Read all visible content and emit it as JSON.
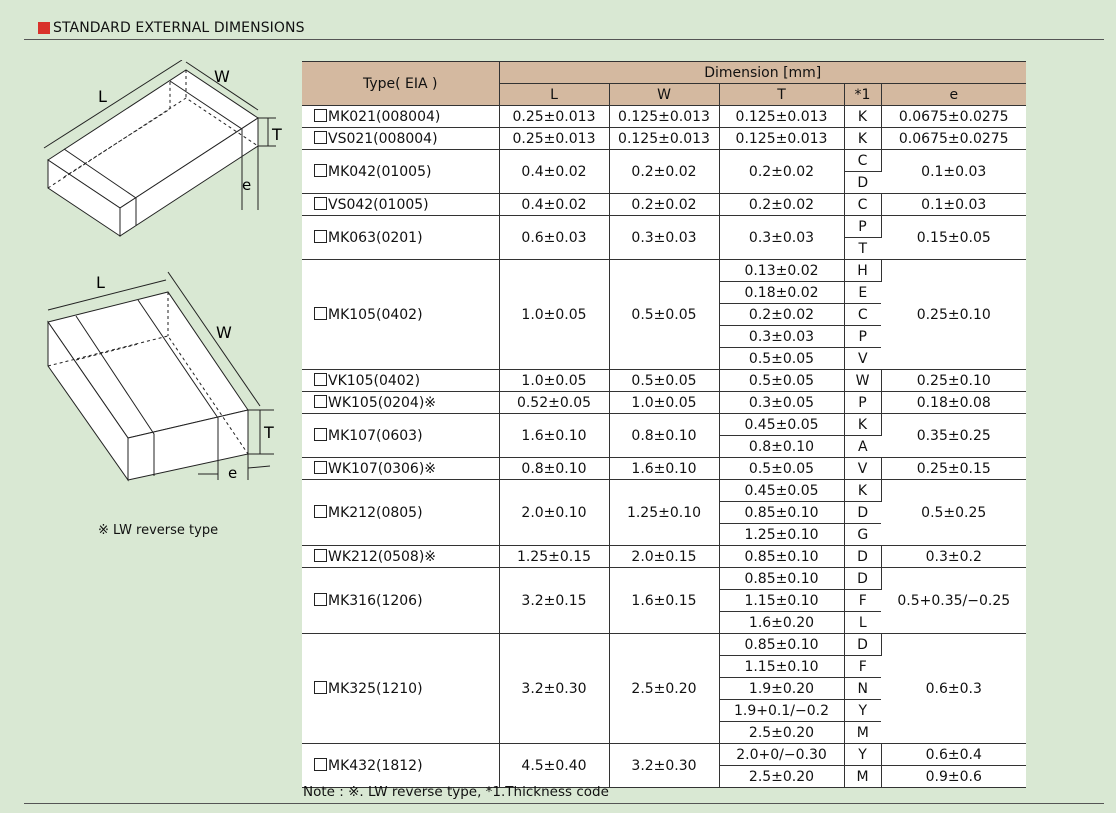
{
  "section_title": "STANDARD EXTERNAL DIMENSIONS",
  "diagram": {
    "labels": {
      "L": "L",
      "W": "W",
      "T": "T",
      "e": "e"
    },
    "note": "※ LW reverse type"
  },
  "table": {
    "header": {
      "type": "Type( EIA )",
      "dimension": "Dimension [mm]",
      "L": "L",
      "W": "W",
      "T": "T",
      "code": "*1",
      "e": "e"
    },
    "groups": [
      {
        "type": "MK021(008004)",
        "L": "0.25±0.013",
        "W": "0.125±0.013",
        "e": "0.0675±0.0275",
        "rows": [
          {
            "T": "0.125±0.013",
            "code": "K"
          }
        ]
      },
      {
        "type": "VS021(008004)",
        "L": "0.25±0.013",
        "W": "0.125±0.013",
        "e": "0.0675±0.0275",
        "rows": [
          {
            "T": "0.125±0.013",
            "code": "K"
          }
        ]
      },
      {
        "type": "MK042(01005)",
        "L": "0.4±0.02",
        "W": "0.2±0.02",
        "e": "0.1±0.03",
        "rows": [
          {
            "T": "0.2±0.02",
            "code": "C"
          },
          {
            "T": "",
            "code": "D"
          }
        ]
      },
      {
        "type": "VS042(01005)",
        "L": "0.4±0.02",
        "W": "0.2±0.02",
        "e": "0.1±0.03",
        "rows": [
          {
            "T": "0.2±0.02",
            "code": "C"
          }
        ]
      },
      {
        "type": "MK063(0201)",
        "L": "0.6±0.03",
        "W": "0.3±0.03",
        "e": "0.15±0.05",
        "rows": [
          {
            "T": "0.3±0.03",
            "code": "P"
          },
          {
            "T": "",
            "code": "T"
          }
        ]
      },
      {
        "type": "MK105(0402)",
        "L": "1.0±0.05",
        "W": "0.5±0.05",
        "e": "0.25±0.10",
        "rows": [
          {
            "T": "0.13±0.02",
            "code": "H"
          },
          {
            "T": "0.18±0.02",
            "code": "E"
          },
          {
            "T": "0.2±0.02",
            "code": "C"
          },
          {
            "T": "0.3±0.03",
            "code": "P"
          },
          {
            "T": "0.5±0.05",
            "code": "V"
          }
        ]
      },
      {
        "type": "VK105(0402)",
        "L": "1.0±0.05",
        "W": "0.5±0.05",
        "e": "0.25±0.10",
        "rows": [
          {
            "T": "0.5±0.05",
            "code": "W"
          }
        ]
      },
      {
        "type": "WK105(0204)※",
        "L": "0.52±0.05",
        "W": "1.0±0.05",
        "e": "0.18±0.08",
        "rows": [
          {
            "T": "0.3±0.05",
            "code": "P"
          }
        ]
      },
      {
        "type": "MK107(0603)",
        "L": "1.6±0.10",
        "W": "0.8±0.10",
        "e": "0.35±0.25",
        "rows": [
          {
            "T": "0.45±0.05",
            "code": "K"
          },
          {
            "T": "0.8±0.10",
            "code": "A"
          }
        ]
      },
      {
        "type": "WK107(0306)※",
        "L": "0.8±0.10",
        "W": "1.6±0.10",
        "e": "0.25±0.15",
        "rows": [
          {
            "T": "0.5±0.05",
            "code": "V"
          }
        ]
      },
      {
        "type": "MK212(0805)",
        "L": "2.0±0.10",
        "W": "1.25±0.10",
        "e": "0.5±0.25",
        "rows": [
          {
            "T": "0.45±0.05",
            "code": "K"
          },
          {
            "T": "0.85±0.10",
            "code": "D"
          },
          {
            "T": "1.25±0.10",
            "code": "G"
          }
        ]
      },
      {
        "type": "WK212(0508)※",
        "L": "1.25±0.15",
        "W": "2.0±0.15",
        "e": "0.3±0.2",
        "rows": [
          {
            "T": "0.85±0.10",
            "code": "D"
          }
        ]
      },
      {
        "type": "MK316(1206)",
        "L": "3.2±0.15",
        "W": "1.6±0.15",
        "e": "0.5+0.35/−0.25",
        "rows": [
          {
            "T": "0.85±0.10",
            "code": "D"
          },
          {
            "T": "1.15±0.10",
            "code": "F"
          },
          {
            "T": "1.6±0.20",
            "code": "L"
          }
        ]
      },
      {
        "type": "MK325(1210)",
        "L": "3.2±0.30",
        "W": "2.5±0.20",
        "e": "0.6±0.3",
        "rows": [
          {
            "T": "0.85±0.10",
            "code": "D"
          },
          {
            "T": "1.15±0.10",
            "code": "F"
          },
          {
            "T": "1.9±0.20",
            "code": "N"
          },
          {
            "T": "1.9+0.1/−0.2",
            "code": "Y"
          },
          {
            "T": "2.5±0.20",
            "code": "M"
          }
        ]
      },
      {
        "type": "MK432(1812)",
        "L": "4.5±0.40",
        "W": "3.2±0.30",
        "e": "",
        "rows": [
          {
            "T": "2.0+0/−0.30",
            "code": "Y",
            "e": "0.6±0.4"
          },
          {
            "T": "2.5±0.20",
            "code": "M",
            "e": "0.9±0.6"
          }
        ]
      }
    ]
  },
  "footnote": "Note : ※. LW reverse type, *1.Thickness code"
}
